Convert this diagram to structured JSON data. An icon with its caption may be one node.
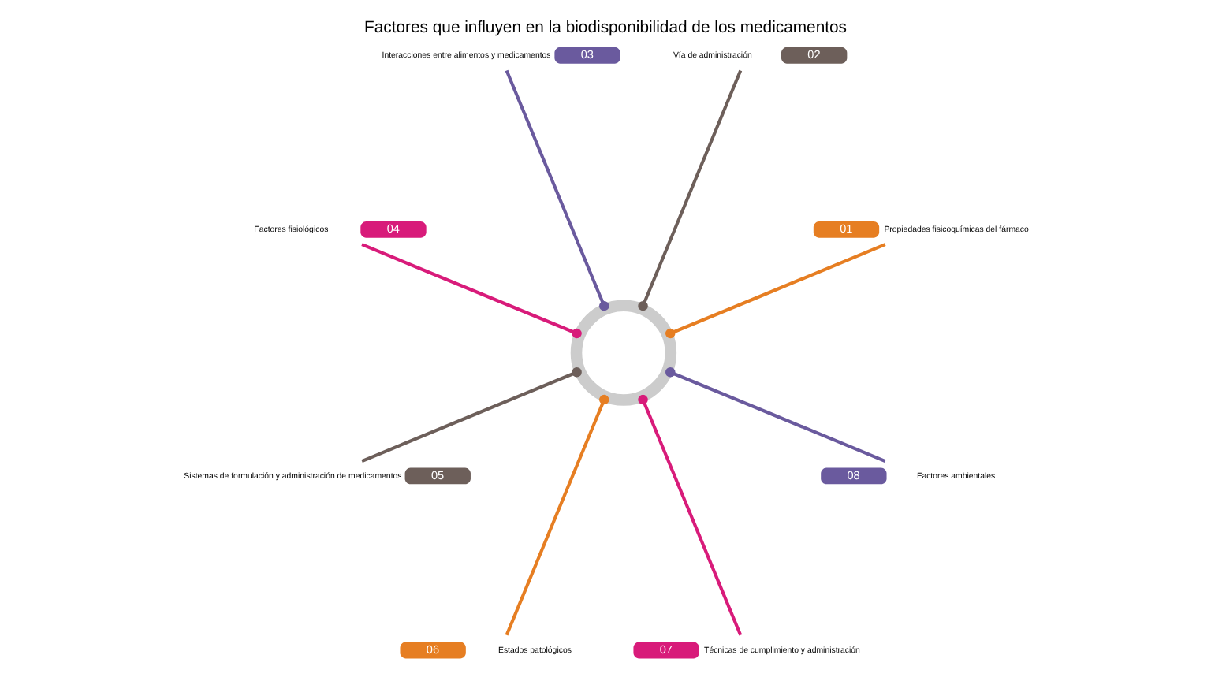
{
  "diagram": {
    "title": "Factores que influyen en la biodisponibilidad de los medicamentos",
    "nodes": [
      {
        "text": [],
        "shape": "circle"
      },
      {
        "text": [
          "01"
        ],
        "beside": [
          "Propiedades fisicoquímicas del fármaco"
        ]
      },
      {
        "text": [
          "02"
        ],
        "beside": [
          "Vía de administración"
        ]
      },
      {
        "text": [
          "03"
        ],
        "beside": [
          "Interacciones entre alimentos y medicamentos"
        ]
      },
      {
        "text": [
          "04"
        ],
        "beside": [
          "Factores fisiológicos"
        ]
      },
      {
        "text": [
          "05"
        ],
        "beside": [
          "Sistemas de formulación y administración de medicamentos"
        ]
      },
      {
        "text": [
          "06"
        ],
        "beside": [
          "Estados patológicos"
        ]
      },
      {
        "text": [
          "07"
        ],
        "beside": [
          "Técnicas de cumplimiento y administración"
        ]
      },
      {
        "text": [
          "08"
        ],
        "beside": [
          "Factores ambientales"
        ]
      }
    ],
    "edges": [
      {
        "from": 1,
        "to": 0,
        "arrow": "other",
        "color": "#e67e22"
      },
      {
        "from": 2,
        "to": 0,
        "arrow": "other",
        "color": "#6d5f5a"
      },
      {
        "from": 3,
        "to": 0,
        "arrow": "other",
        "color": "#6a5a9e"
      },
      {
        "from": 4,
        "to": 0,
        "arrow": "other",
        "color": "#d81b7a"
      },
      {
        "from": 5,
        "to": 0,
        "arrow": "other",
        "color": "#6d5f5a"
      },
      {
        "from": 6,
        "to": 0,
        "arrow": "other",
        "color": "#e67e22"
      },
      {
        "from": 7,
        "to": 0,
        "arrow": "other",
        "color": "#d81b7a"
      },
      {
        "from": 8,
        "to": 0,
        "arrow": "other",
        "color": "#6a5a9e"
      }
    ]
  }
}
